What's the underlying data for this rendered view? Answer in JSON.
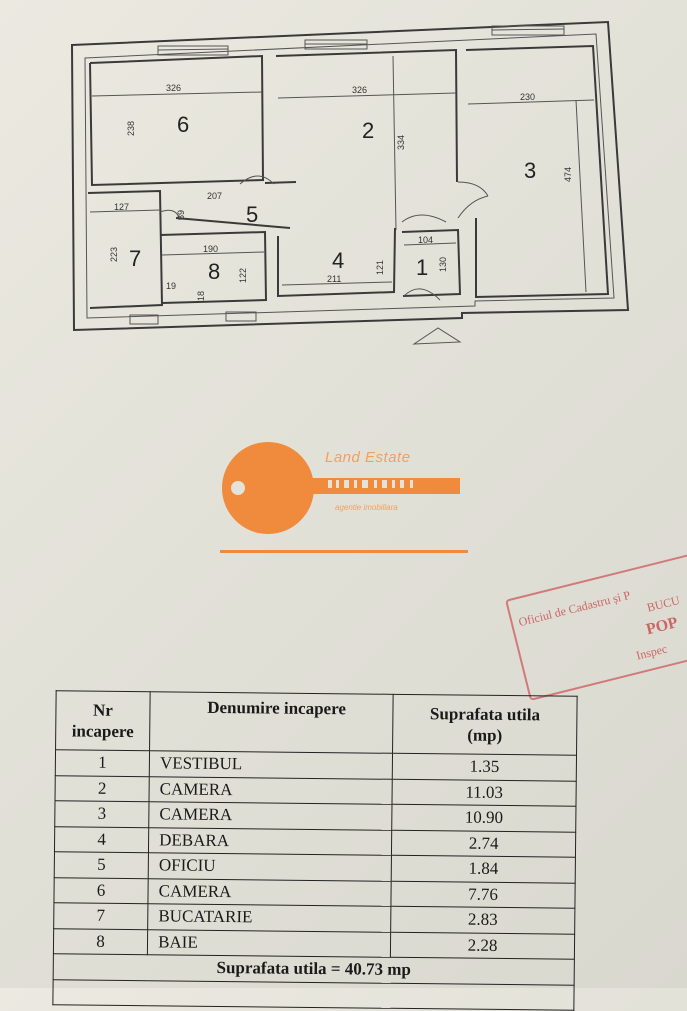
{
  "plan": {
    "rooms": [
      {
        "nr": "1"
      },
      {
        "nr": "2"
      },
      {
        "nr": "3"
      },
      {
        "nr": "4"
      },
      {
        "nr": "5"
      },
      {
        "nr": "6"
      },
      {
        "nr": "7"
      },
      {
        "nr": "8"
      }
    ],
    "dimensions": [
      "326",
      "238",
      "326",
      "334",
      "230",
      "474",
      "207",
      "127",
      "89",
      "223",
      "190",
      "122",
      "19",
      "18",
      "211",
      "121",
      "104",
      "130"
    ]
  },
  "logo": {
    "brand": "Land Estate",
    "tagline": "agentie imobiliara",
    "color": "#f08a3c"
  },
  "stamp": {
    "line1": "Oficiul de Cadastru și P",
    "line2": "BUCU",
    "line3": "POP",
    "line4": "Inspec",
    "color": "#cc6666"
  },
  "table": {
    "headers": {
      "nr_line1": "Nr",
      "nr_line2": "incapere",
      "name": "Denumire incapere",
      "area_line1": "Suprafata utila",
      "area_line2": "(mp)"
    },
    "rows": [
      {
        "nr": "1",
        "name": "VESTIBUL",
        "area": "1.35"
      },
      {
        "nr": "2",
        "name": "CAMERA",
        "area": "11.03"
      },
      {
        "nr": "3",
        "name": "CAMERA",
        "area": "10.90"
      },
      {
        "nr": "4",
        "name": "DEBARA",
        "area": "2.74"
      },
      {
        "nr": "5",
        "name": "OFICIU",
        "area": "1.84"
      },
      {
        "nr": "6",
        "name": "CAMERA",
        "area": "7.76"
      },
      {
        "nr": "7",
        "name": "BUCATARIE",
        "area": "2.83"
      },
      {
        "nr": "8",
        "name": "BAIE",
        "area": "2.28"
      }
    ],
    "total": "Suprafata utila =  40.73 mp"
  }
}
